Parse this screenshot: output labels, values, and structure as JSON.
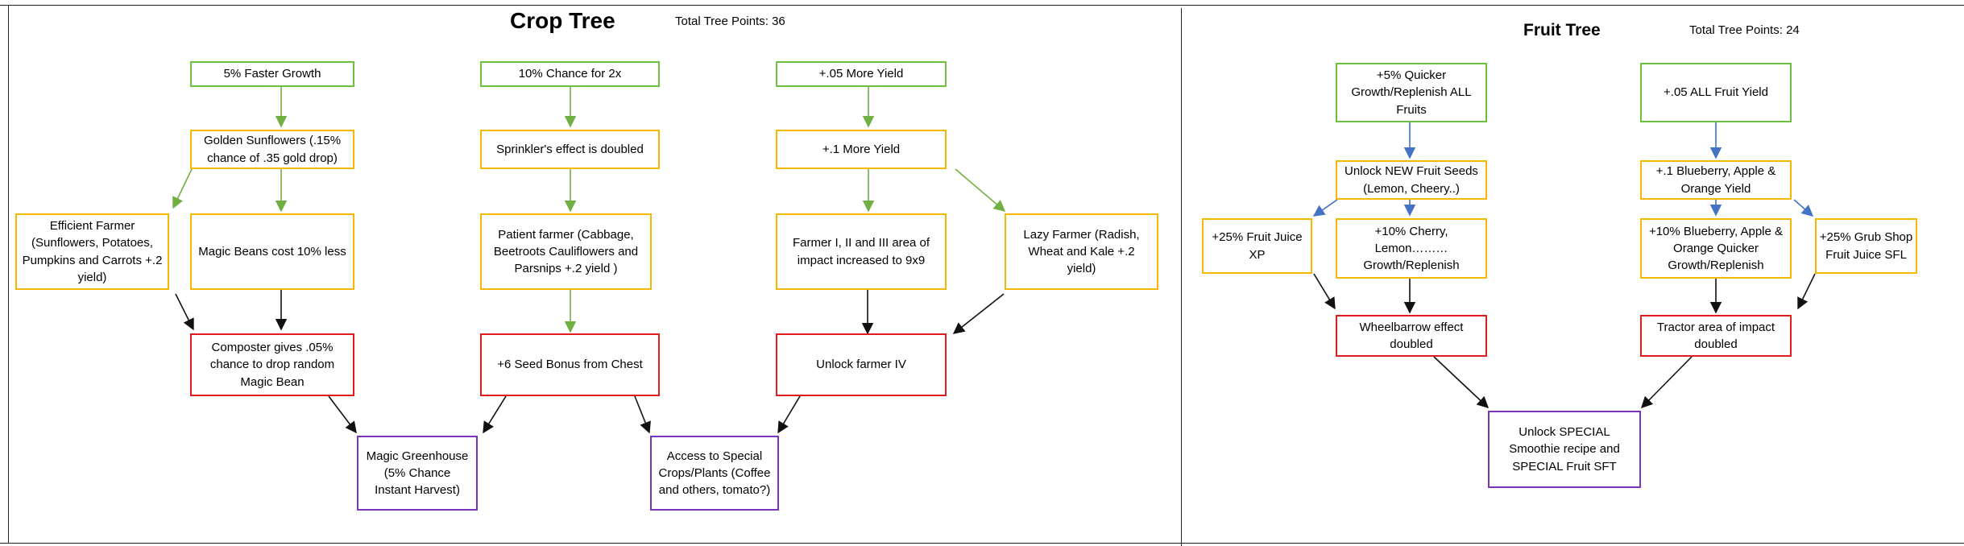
{
  "crop_tree": {
    "title": "Crop Tree",
    "points_label": "Total Tree Points:",
    "points_value": "36",
    "nodes": {
      "faster_growth": "5% Faster Growth",
      "chance_2x": "10% Chance for 2x",
      "more_yield_05": "+.05 More Yield",
      "golden_sunflowers": "Golden Sunflowers (.15% chance of .35 gold drop)",
      "sprinkler": "Sprinkler's effect is doubled",
      "more_yield_1": "+.1 More Yield",
      "efficient_farmer": "Efficient Farmer (Sunflowers, Potatoes, Pumpkins and Carrots +.2 yield)",
      "magic_beans": "Magic Beans cost 10% less",
      "patient_farmer": "Patient farmer (Cabbage, Beetroots Cauliflowers and Parsnips +.2 yield )",
      "farmer_area": "Farmer I, II and III area of impact increased to 9x9",
      "lazy_farmer": "Lazy Farmer (Radish, Wheat and Kale +.2 yield)",
      "composter": "Composter gives .05% chance to drop random Magic Bean",
      "seed_bonus": "+6 Seed Bonus from Chest",
      "unlock_farmer_iv": "Unlock farmer IV",
      "magic_greenhouse": "Magic Greenhouse (5% Chance Instant Harvest)",
      "special_crops": "Access to Special Crops/Plants (Coffee and others, tomato?)"
    }
  },
  "fruit_tree": {
    "title": "Fruit Tree",
    "points_label": "Total Tree Points:",
    "points_value": "24",
    "nodes": {
      "quicker_growth": "+5% Quicker Growth/Replenish ALL Fruits",
      "all_fruit_yield": "+.05 ALL Fruit Yield",
      "unlock_seeds": "Unlock NEW Fruit Seeds (Lemon, Cheery..)",
      "blueberry_yield": "+.1 Blueberry, Apple & Orange Yield",
      "fruit_juice_xp": "+25% Fruit Juice XP",
      "cherry_lemon": "+10% Cherry, Lemon……… Growth/Replenish",
      "blueberry_quicker": "+10% Blueberry, Apple & Orange Quicker Growth/Replenish",
      "grub_shop": "+25% Grub Shop Fruit Juice SFL",
      "wheelbarrow": "Wheelbarrow effect doubled",
      "tractor": "Tractor area of impact doubled",
      "smoothie": "Unlock SPECIAL Smoothie recipe and SPECIAL Fruit SFT"
    }
  },
  "colors": {
    "tier1_border": "#70c040",
    "tier2_border": "#f5b800",
    "tier3_border": "#e01b1b",
    "tier4_border": "#7a35c0",
    "crop_arrow_green": "#70b043",
    "crop_arrow_black": "#111111",
    "fruit_arrow_blue": "#4472c4"
  }
}
